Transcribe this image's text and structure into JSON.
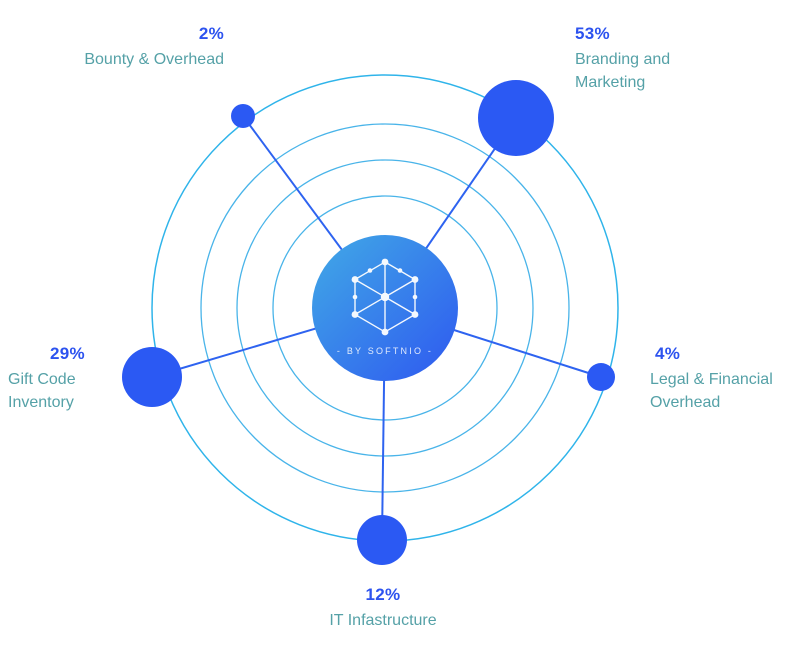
{
  "page": {
    "background": "#ffffff",
    "description": "Fund allocation orbital distribution chart"
  },
  "center": {
    "caption": "- BY SOFTNIO -",
    "icon": "hexagon-network-icon"
  },
  "colors": {
    "percent_text": "#2d53ef",
    "category_text": "#55a1a7",
    "node_dot": "#2b59f3",
    "orbit_ring": "#49b4e9",
    "outer_ring": "#2fb4ea",
    "spoke_line": "#2e63f0",
    "center_gradient_start": "#41aae6",
    "center_gradient_end": "#2e58f0"
  },
  "nodes": [
    {
      "id": "bounty-overhead",
      "pct": "2%",
      "lines": [
        "Bounty & Overhead"
      ]
    },
    {
      "id": "branding-marketing",
      "pct": "53%",
      "lines": [
        "Branding and",
        "Marketing"
      ]
    },
    {
      "id": "gift-code-inventory",
      "pct": "29%",
      "lines": [
        "Gift Code",
        "Inventory"
      ]
    },
    {
      "id": "legal-financial-overhead",
      "pct": "4%",
      "lines": [
        "Legal & Financial",
        "Overhead"
      ]
    },
    {
      "id": "it-infrastructure",
      "pct": "12%",
      "lines": [
        "IT Infastructure"
      ]
    }
  ],
  "chart_data": {
    "type": "pie",
    "variant": "orbital-node-distribution",
    "title": "",
    "categories": [
      "Branding and Marketing",
      "Gift Code Inventory",
      "IT Infastructure",
      "Legal & Financial Overhead",
      "Bounty & Overhead"
    ],
    "values": [
      53,
      29,
      12,
      4,
      2
    ],
    "unit": "%",
    "center_caption": "- BY SOFTNIO -",
    "grid": "concentric-rings",
    "rings_count": 4,
    "legend_position": "labels-around-nodes",
    "note": "Node dot size is proportional to percentage value; each node connects to gradient center circle by a spoke line"
  }
}
